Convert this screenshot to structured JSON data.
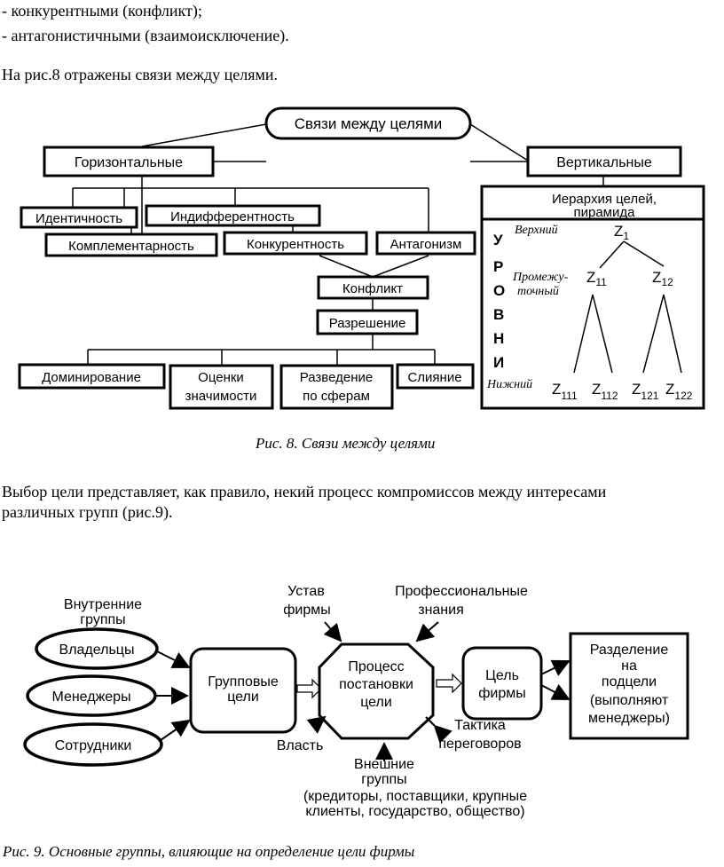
{
  "text": {
    "line1": "- конкурентными (конфликт);",
    "line2": "- антагонистичными (взаимоисключение).",
    "line3": "На рис.8 отражены связи между целями.",
    "para_l1": "Выбор цели представляет, как правило, некий процесс компромиссов между интересами",
    "para_l2": "различных групп (рис.9)."
  },
  "fig8": {
    "caption": "Рис. 8. Связи между целями",
    "root": "Связи между целями",
    "horizontal": "Горизонтальные",
    "vertical": "Вертикальные",
    "identity": "Идентичность",
    "indifference": "Индифферентность",
    "complementarity": "Комплементарность",
    "competition": "Конкурентность",
    "antagonism": "Антагонизм",
    "conflict": "Конфликт",
    "resolution": "Разрешение",
    "domination": "Доминирование",
    "significance_l1": "Оценки",
    "significance_l2": "значимости",
    "separation_l1": "Разведение",
    "separation_l2": "по сферам",
    "merger": "Слияние",
    "hierarchy_l1": "Иерархия целей,",
    "hierarchy_l2": "пирамида",
    "levels_letters": [
      "У",
      "Р",
      "О",
      "В",
      "Н",
      "И"
    ],
    "upper": "Верхний",
    "middle_l1": "Промежу-",
    "middle_l2": "точный",
    "lower": "Нижний",
    "z": "Z",
    "subs": {
      "z1": "1",
      "z11": "11",
      "z12": "12",
      "z111": "111",
      "z112": "112",
      "z121": "121",
      "z122": "122"
    }
  },
  "fig9": {
    "caption": "Рис. 9. Основные группы, влияющие на определение цели фирмы",
    "internal_l1": "Внутренние",
    "internal_l2": "группы",
    "owners": "Владельцы",
    "managers": "Менеджеры",
    "employees": "Сотрудники",
    "group_goals_l1": "Групповые",
    "group_goals_l2": "цели",
    "charter_l1": "Устав",
    "charter_l2": "фирмы",
    "prof_l1": "Профессиональные",
    "prof_l2": "знания",
    "process_l1": "Процесс",
    "process_l2": "постановки",
    "process_l3": "цели",
    "power": "Власть",
    "tactics_l1": "Тактика",
    "tactics_l2": "переговоров",
    "external_l1": "Внешние",
    "external_l2": "группы",
    "external_l3": "(кредиторы, поставщики, крупные",
    "external_l4": "клиенты, государство, общество)",
    "firm_goal_l1": "Цель",
    "firm_goal_l2": "фирмы",
    "division_l1": "Разделение",
    "division_l2": "на",
    "division_l3": "подцели",
    "division_l4": "(выполняют",
    "division_l5": "менеджеры)"
  }
}
